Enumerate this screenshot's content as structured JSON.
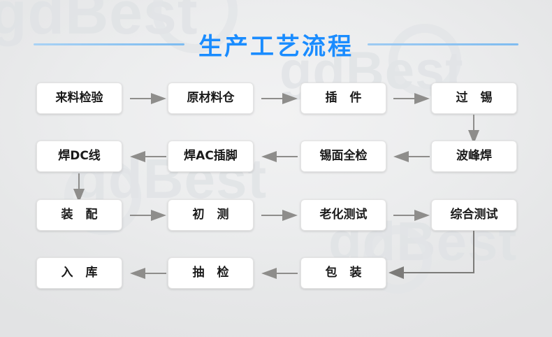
{
  "page": {
    "title": "生产工艺流程",
    "accent_color": "#1a8cff",
    "rule_color": "#8cc3f0",
    "box_bg": "#ffffff",
    "box_text_color": "#1a1a1a",
    "arrow_color": "#8e8d8b",
    "background_color": "#e8e9ea",
    "watermark_text": "gdBest"
  },
  "flow": {
    "rows": [
      {
        "direction": "right",
        "nodes": [
          {
            "label": "来料检验",
            "spaced": false
          },
          {
            "label": "原材料仓",
            "spaced": false
          },
          {
            "label": "插 件",
            "spaced": true
          },
          {
            "label": "过 锡",
            "spaced": true
          }
        ]
      },
      {
        "direction": "left",
        "nodes": [
          {
            "label": "焊DC线",
            "spaced": false
          },
          {
            "label": "焊AC插脚",
            "spaced": false
          },
          {
            "label": "锡面全检",
            "spaced": false
          },
          {
            "label": "波峰焊",
            "spaced": false
          }
        ]
      },
      {
        "direction": "right",
        "nodes": [
          {
            "label": "装 配",
            "spaced": true
          },
          {
            "label": "初 测",
            "spaced": true
          },
          {
            "label": "老化测试",
            "spaced": false
          },
          {
            "label": "综合测试",
            "spaced": false
          }
        ]
      },
      {
        "direction": "left",
        "nodes": [
          {
            "label": "入 库",
            "spaced": true
          },
          {
            "label": "抽 检",
            "spaced": true
          },
          {
            "label": "包 装",
            "spaced": true
          }
        ]
      }
    ],
    "connectors": [
      {
        "kind": "arrow-down",
        "from": "过 锡",
        "to": "波峰焊"
      },
      {
        "kind": "arrow-down",
        "from": "焊DC线",
        "to": "装 配"
      },
      {
        "kind": "elbow-down-left",
        "from": "综合测试",
        "to": "包 装"
      }
    ]
  }
}
